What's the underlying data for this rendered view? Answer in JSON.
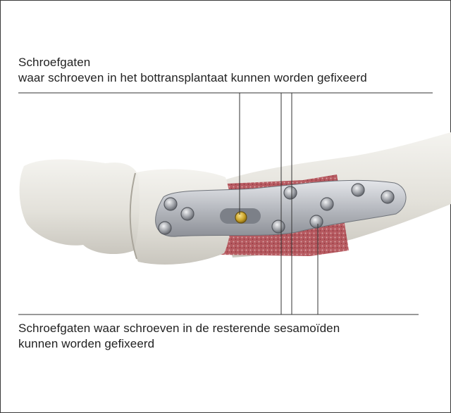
{
  "labels": {
    "top_line1": "Schroefgaten",
    "top_line2": "waar schroeven in het bottransplantaat kunnen worden gefixeerd",
    "bottom_line1": "Schroefgaten waar schroeven in de resterende sesamoïden",
    "bottom_line2": "kunnen worden gefixeerd"
  },
  "colors": {
    "frame": "#3a3a3a",
    "leader_lines": "#333333",
    "bone": "#e6e4dd",
    "graft": "#a8424a",
    "plate": "#b9bcc1",
    "gold_screw": "#c9a227"
  }
}
